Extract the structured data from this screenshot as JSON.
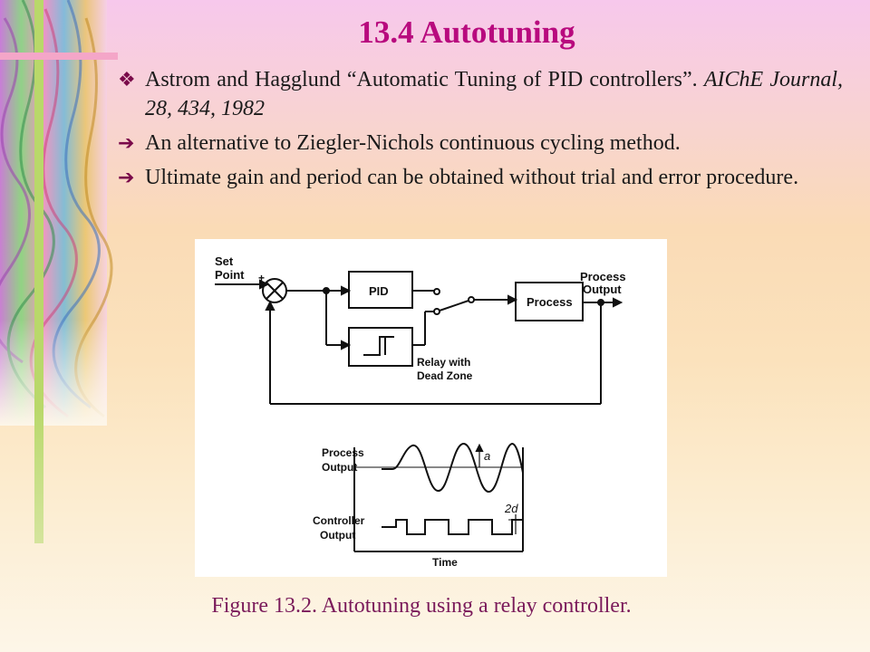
{
  "slide": {
    "title": "13.4 Autotuning",
    "bullets": [
      {
        "icon": "diamond-bullet-icon",
        "text": "Astrom and Hagglund “Automatic Tuning of PID controllers”.",
        "italic": "AIChE Journal",
        "rest": ", 28, 434, 1982"
      },
      {
        "icon": "arrow-bullet-icon",
        "text": "An alternative to Ziegler-Nichols continuous cycling method."
      },
      {
        "icon": "arrow-bullet-icon",
        "text": "Ultimate gain and period can be obtained without trial and error procedure."
      }
    ],
    "caption": "Figure 13.2. Autotuning using a relay controller."
  },
  "diagram": {
    "set_point_line1": "Set",
    "set_point_line2": "Point",
    "plus": "+",
    "minus": "−",
    "pid": "PID",
    "process": "Process",
    "process_output_line1": "Process",
    "process_output_line2": "Output",
    "relay_line1": "Relay with",
    "relay_line2": "Dead Zone"
  },
  "signals": {
    "process_output_line1": "Process",
    "process_output_line2": "Output",
    "controller_output_line1": "Controller",
    "controller_output_line2": "Output",
    "amplitude": "a",
    "relay_amplitude": "2d",
    "time": "Time"
  }
}
